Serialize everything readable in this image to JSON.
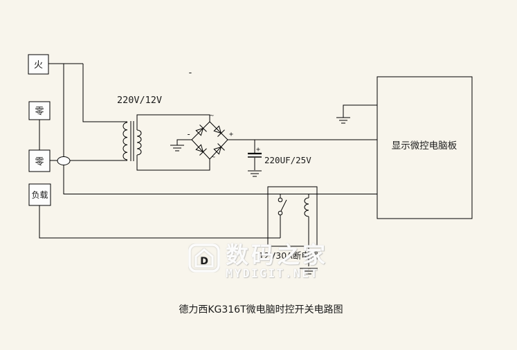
{
  "diagram": {
    "terminals": {
      "live": "火",
      "neutral1": "零",
      "neutral2": "零",
      "load": "负载"
    },
    "transformer_label": "220V/12V",
    "capacitor_label": "220UF/25V",
    "relay_label": "12V30A断电器",
    "board_label": "显示微控电脑板",
    "caption": "德力西KG316T微电脑时控开关电路图",
    "marks": {
      "stray_minus": "-",
      "bridge_top": "~",
      "bridge_bottom": "~",
      "bridge_left": "-",
      "bridge_right": "+",
      "cap_plus": "+"
    }
  },
  "watermark": {
    "logo_letter": "D",
    "site_name": "数码之家",
    "site_url": "MYDIGIT.NET"
  },
  "colors": {
    "background": "#f8f5ec",
    "line": "#000000",
    "box_fill": "#fdfdfd",
    "mark": "#3a4a8a"
  }
}
